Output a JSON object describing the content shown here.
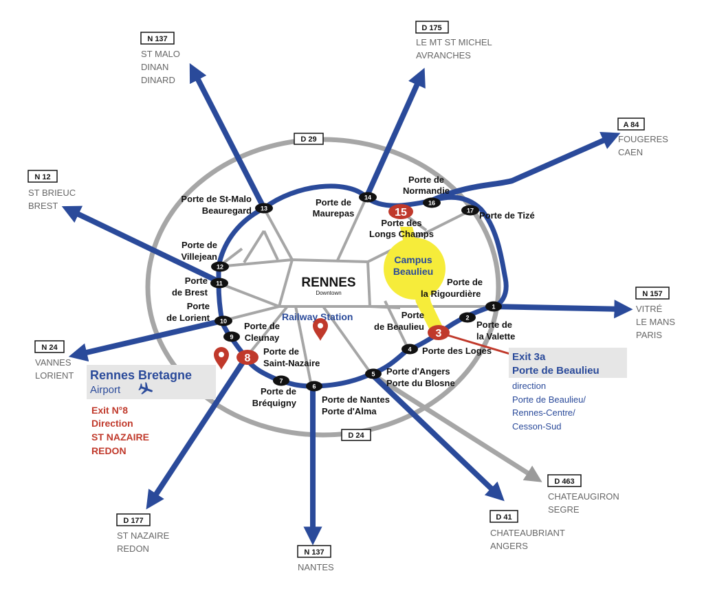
{
  "colors": {
    "ring_road": "#2a4a9a",
    "outer_road": "#9a9a9a",
    "exit_badge": "#111111",
    "exit_highlight": "#c0392b",
    "campus": "#f6ec3a",
    "accent_text": "#2a4a9a",
    "warning_text": "#c0392b"
  },
  "city": {
    "name": "RENNES",
    "subtitle": "Downtown"
  },
  "railway_station": "Railway Station",
  "campus": {
    "line1": "Campus",
    "line2": "Beaulieu"
  },
  "airport": {
    "name": "Rennes Bretagne",
    "label": "Airport",
    "icon": "plane-icon"
  },
  "exit8_note": [
    "Exit N°8",
    "Direction",
    "ST NAZAIRE",
    "REDON"
  ],
  "exit3a_note": {
    "title1": "Exit 3a",
    "title2": "Porte de Beaulieu",
    "lines": [
      "direction",
      "Porte de Beaulieu/",
      "Rennes-Centre/",
      "Cesson-Sud"
    ]
  },
  "outer_roads": {
    "north": "D 29",
    "south": "D 24"
  },
  "exits": [
    "1",
    "2",
    "3",
    "4",
    "5",
    "6",
    "7",
    "8",
    "9",
    "10",
    "11",
    "12",
    "13",
    "14",
    "15",
    "16",
    "17"
  ],
  "portes": {
    "st_malo": [
      "Porte de St-Malo",
      "Beauregard"
    ],
    "maurepas": [
      "Porte de",
      "Maurepas"
    ],
    "normandie": [
      "Porte de",
      "Normandie"
    ],
    "longs_champs": [
      "Porte des",
      "Longs Champs"
    ],
    "tize": [
      "Porte de Tizé"
    ],
    "villejean": [
      "Porte de",
      "Villejean"
    ],
    "brest": [
      "Porte",
      "de Brest"
    ],
    "lorient": [
      "Porte",
      "de Lorient"
    ],
    "cleunay": [
      "Porte de",
      "Cleunay"
    ],
    "saint_nazaire": [
      "Porte de",
      "Saint-Nazaire"
    ],
    "brequigny": [
      "Porte de",
      "Bréquigny"
    ],
    "nantes_alma": [
      "Porte de Nantes",
      "Porte d'Alma"
    ],
    "angers_blosne": [
      "Porte d'Angers",
      "Porte du Blosne"
    ],
    "loges": [
      "Porte des Loges"
    ],
    "beaulieu": [
      "Porte",
      "de Beaulieu"
    ],
    "valette": [
      "Porte de",
      "la Valette"
    ],
    "rigourdiere": [
      "Porte de",
      "la Rigourdière"
    ]
  },
  "destinations": [
    {
      "road": "N 137",
      "places": [
        "ST MALO",
        "DINAN",
        "DINARD"
      ]
    },
    {
      "road": "D 175",
      "places": [
        "LE MT ST MICHEL",
        "AVRANCHES"
      ]
    },
    {
      "road": "A 84",
      "places": [
        "FOUGERES",
        "CAEN"
      ]
    },
    {
      "road": "N 12",
      "places": [
        "ST BRIEUC",
        "BREST"
      ]
    },
    {
      "road": "N 157",
      "places": [
        "VITRÉ",
        "LE MANS",
        "PARIS"
      ]
    },
    {
      "road": "N 24",
      "places": [
        "VANNES",
        "LORIENT"
      ]
    },
    {
      "road": "D 463",
      "places": [
        "CHATEAUGIRON",
        "SEGRE"
      ]
    },
    {
      "road": "D 41",
      "places": [
        "CHATEAUBRIANT",
        "ANGERS"
      ]
    },
    {
      "road": "D 177",
      "places": [
        "ST NAZAIRE",
        "REDON"
      ]
    },
    {
      "road": "N 137",
      "places": [
        "NANTES"
      ]
    }
  ]
}
